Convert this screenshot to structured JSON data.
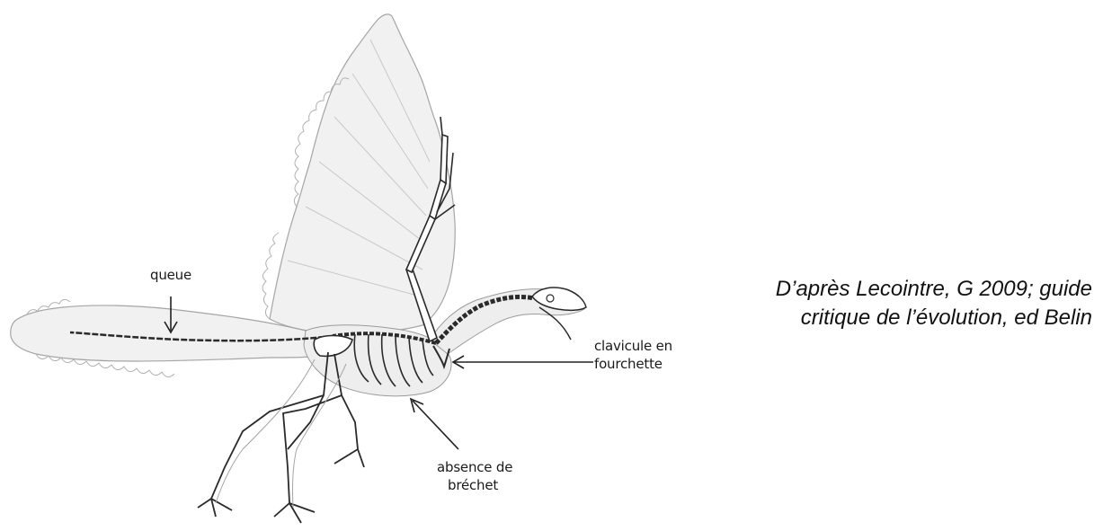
{
  "labels": {
    "tail": "queue",
    "clavicle_line1": "clavicule en",
    "clavicle_line2": "fourchette",
    "sternum_line1": "absence de",
    "sternum_line2": "bréchet"
  },
  "citation": "D’après Lecointre, G 2009; guide critique de l’évolution, ed Belin",
  "colors": {
    "feathers_fill": "#f1f1f1",
    "feathers_stroke": "#9a9a9a",
    "bone_fill": "#ffffff",
    "bone_stroke": "#2a2a2a",
    "arrow": "#222222"
  }
}
